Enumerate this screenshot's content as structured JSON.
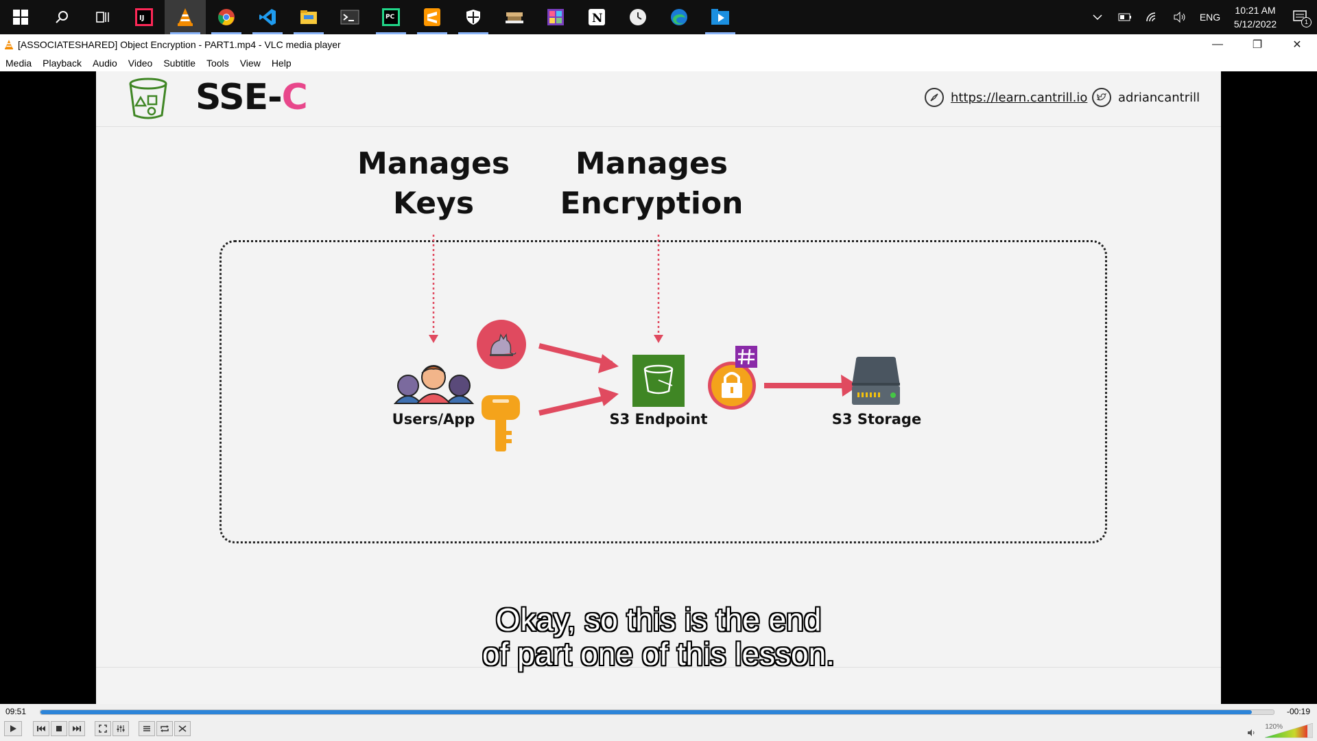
{
  "taskbar": {
    "apps": [
      {
        "name": "start",
        "icon": "windows-icon"
      },
      {
        "name": "search",
        "icon": "search-icon"
      },
      {
        "name": "task-view",
        "icon": "task-view-icon"
      },
      {
        "name": "intellij",
        "icon": "intellij-icon"
      },
      {
        "name": "vlc",
        "icon": "vlc-icon"
      },
      {
        "name": "chrome",
        "icon": "chrome-icon"
      },
      {
        "name": "vscode",
        "icon": "vscode-icon"
      },
      {
        "name": "file-explorer",
        "icon": "folder-icon"
      },
      {
        "name": "terminal",
        "icon": "terminal-icon"
      },
      {
        "name": "pycharm",
        "icon": "pycharm-icon"
      },
      {
        "name": "sublime",
        "icon": "sublime-icon"
      },
      {
        "name": "security",
        "icon": "shield-icon"
      },
      {
        "name": "app-11",
        "icon": "app-icon"
      },
      {
        "name": "app-12",
        "icon": "app-icon"
      },
      {
        "name": "notion",
        "icon": "notion-icon"
      },
      {
        "name": "clock-app",
        "icon": "clock-icon"
      },
      {
        "name": "edge",
        "icon": "edge-icon"
      },
      {
        "name": "media-player",
        "icon": "play-icon"
      }
    ],
    "tray": {
      "lang": "ENG",
      "time": "10:21 AM",
      "date": "5/12/2022",
      "notifications": "1"
    }
  },
  "window": {
    "title": "[ASSOCIATESHARED] Object Encryption - PART1.mp4 - VLC media player"
  },
  "menu": [
    "Media",
    "Playback",
    "Audio",
    "Video",
    "Subtitle",
    "Tools",
    "View",
    "Help"
  ],
  "slide": {
    "title_prefix": "SSE-",
    "title_suffix": "C",
    "link_url": "https://learn.cantrill.io",
    "twitter": "adriancantrill",
    "label_keys_line1": "Manages",
    "label_keys_line2": "Keys",
    "label_enc_line1": "Manages",
    "label_enc_line2": "Encryption",
    "node_users": "Users/App",
    "node_endpoint": "S3 Endpoint",
    "node_storage": "S3 Storage",
    "subtitle_line1": "Okay, so this is the end",
    "subtitle_line2": "of part one of this lesson."
  },
  "player": {
    "time_current": "09:51",
    "time_remaining": "-00:19",
    "progress": 0.982,
    "volume": "120%"
  },
  "colors": {
    "accent": "#e8478b",
    "arrow": "#e04a5f",
    "aws_green": "#3f8624",
    "seek": "#2c84d8"
  }
}
